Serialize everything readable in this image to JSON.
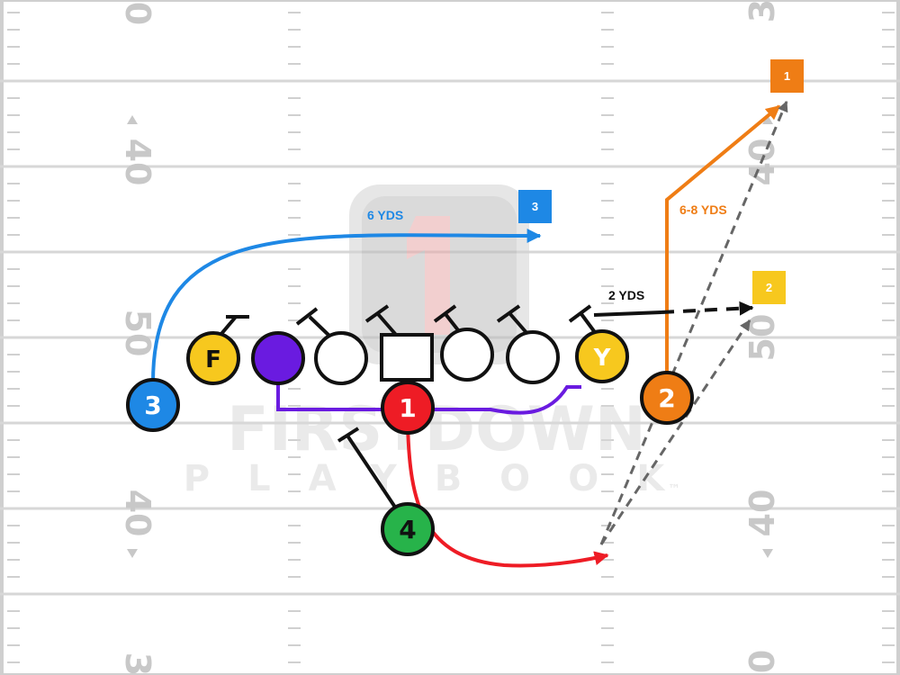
{
  "field": {
    "yard_numbers_left": [
      "0",
      "40",
      "50",
      "40",
      "3"
    ],
    "yard_numbers_right": [
      "3",
      "40",
      "50",
      "40",
      "0"
    ]
  },
  "watermark": {
    "line1": "FIRSTDOWN",
    "line2": "PLAYBOOK",
    "trademark": "™"
  },
  "players": [
    {
      "id": "qb",
      "label": "1",
      "color": "#ee1c25"
    },
    {
      "id": "wr2",
      "label": "2",
      "color": "#ef7d15"
    },
    {
      "id": "wr3",
      "label": "3",
      "color": "#1e88e5"
    },
    {
      "id": "rb",
      "label": "4",
      "color": "#27b34a"
    },
    {
      "id": "f",
      "label": "F",
      "color": "#f7c81e"
    },
    {
      "id": "y",
      "label": "Y",
      "color": "#f7c81e"
    },
    {
      "id": "purple",
      "label": "",
      "color": "#6a1be0"
    }
  ],
  "route_labels": {
    "blue": "6 YDS",
    "orange": "6-8 YDS",
    "black": "2 YDS"
  },
  "read_badges": [
    {
      "id": "badge1",
      "label": "1",
      "color": "#ef7d15"
    },
    {
      "id": "badge2",
      "label": "2",
      "color": "#f7c81e"
    },
    {
      "id": "badge3",
      "label": "3",
      "color": "#1e88e5"
    }
  ]
}
